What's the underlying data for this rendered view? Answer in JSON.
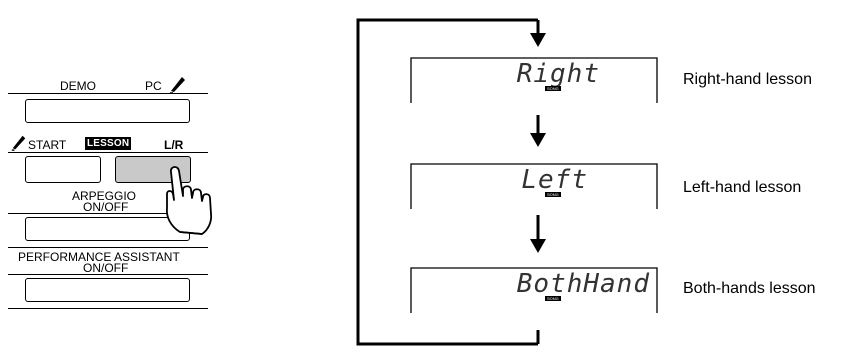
{
  "panel": {
    "demo_label": "DEMO",
    "pc_label": "PC",
    "start_label": "START",
    "lesson_badge": "LESSON",
    "lr_label": "L/R",
    "arpeggio_label_1": "ARPEGGIO",
    "arpeggio_label_2": "ON/OFF",
    "performance_label_1": "PERFORMANCE ASSISTANT",
    "performance_label_2": "ON/OFF",
    "icons": [
      "pen-icon",
      "hand-pointer-icon"
    ]
  },
  "flow": {
    "displays": [
      {
        "text": "Right",
        "tag": "SONG",
        "description": "Right-hand lesson"
      },
      {
        "text": "Left",
        "tag": "SONG",
        "description": "Left-hand lesson"
      },
      {
        "text": "BothHand",
        "tag": "SONG",
        "description": "Both-hands lesson"
      }
    ]
  }
}
